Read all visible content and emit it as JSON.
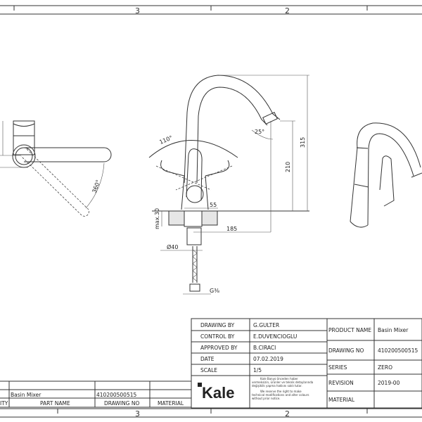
{
  "zones": {
    "top": [
      "3",
      "2"
    ],
    "bottom": [
      "3",
      "2"
    ]
  },
  "dimensions": {
    "handle_angle": "110°",
    "spout_angle": "25°",
    "total_height": "315",
    "spout_height": "210",
    "base_width": "55",
    "reach": "185",
    "max_thickness": "max.30",
    "diameter": "Ø40",
    "connection": "G⅜",
    "rotation": "360°"
  },
  "title_block": {
    "drawing_by_label": "DRAWING BY",
    "drawing_by": "G.GULTER",
    "control_by_label": "CONTROL BY",
    "control_by": "E.DUVENCIOGLU",
    "approved_by_label": "APPROVED BY",
    "approved_by": "B.CIRACI",
    "date_label": "DATE",
    "date": "07.02.2019",
    "scale_label": "SCALE",
    "scale": "1/5",
    "product_name_label": "PRODUCT NAME",
    "product_name": "Basin Mixer",
    "drawing_no_label": "DRAWING NO",
    "drawing_no": "410200500515",
    "series_label": "SERIES",
    "series": "ZERO",
    "revision_label": "REVISION",
    "revision": "2019-00",
    "material_label": "MATERIAL",
    "material": "",
    "logo": "Kale",
    "notice_tr": [
      "Kale Banyo önceden haber",
      "vermeksizin, ürünler ve teknik detaylarında",
      "değişiklik yapma hakkını saklı tutar."
    ],
    "notice_en": [
      "We reserve the right to make",
      "technical modifications and alter colours",
      "without prior notice."
    ]
  },
  "parts_table": {
    "headers": [
      "ITY",
      "PART NAME",
      "DRAWING NO",
      "MATERIAL"
    ],
    "rows": [
      {
        "part_name": "Basin Mixer",
        "drawing_no": "410200500515",
        "material": ""
      }
    ]
  }
}
